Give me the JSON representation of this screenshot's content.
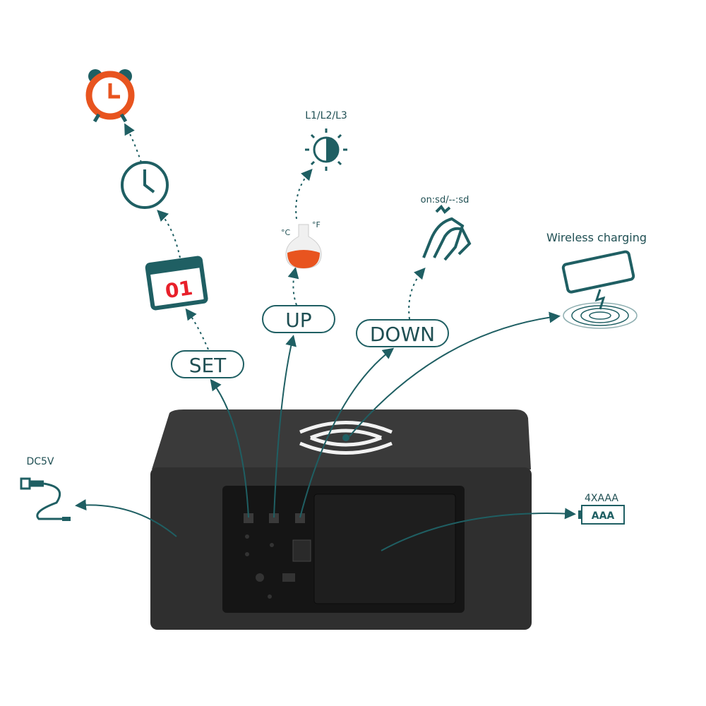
{
  "buttons": {
    "set": "SET",
    "up": "UP",
    "down": "DOWN"
  },
  "labels": {
    "brightness": "L1/L2/L3",
    "sound_control": "on:sd/--:sd",
    "wireless": "Wireless charging",
    "power": "DC5V",
    "battery": "4XAAA",
    "battery_cell": "AAA",
    "date": "01",
    "celsius": "°C",
    "fahrenheit": "°F"
  },
  "colors": {
    "teal": "#1f5f63",
    "accent": "#e8541f",
    "device": "#2d2d2d"
  }
}
